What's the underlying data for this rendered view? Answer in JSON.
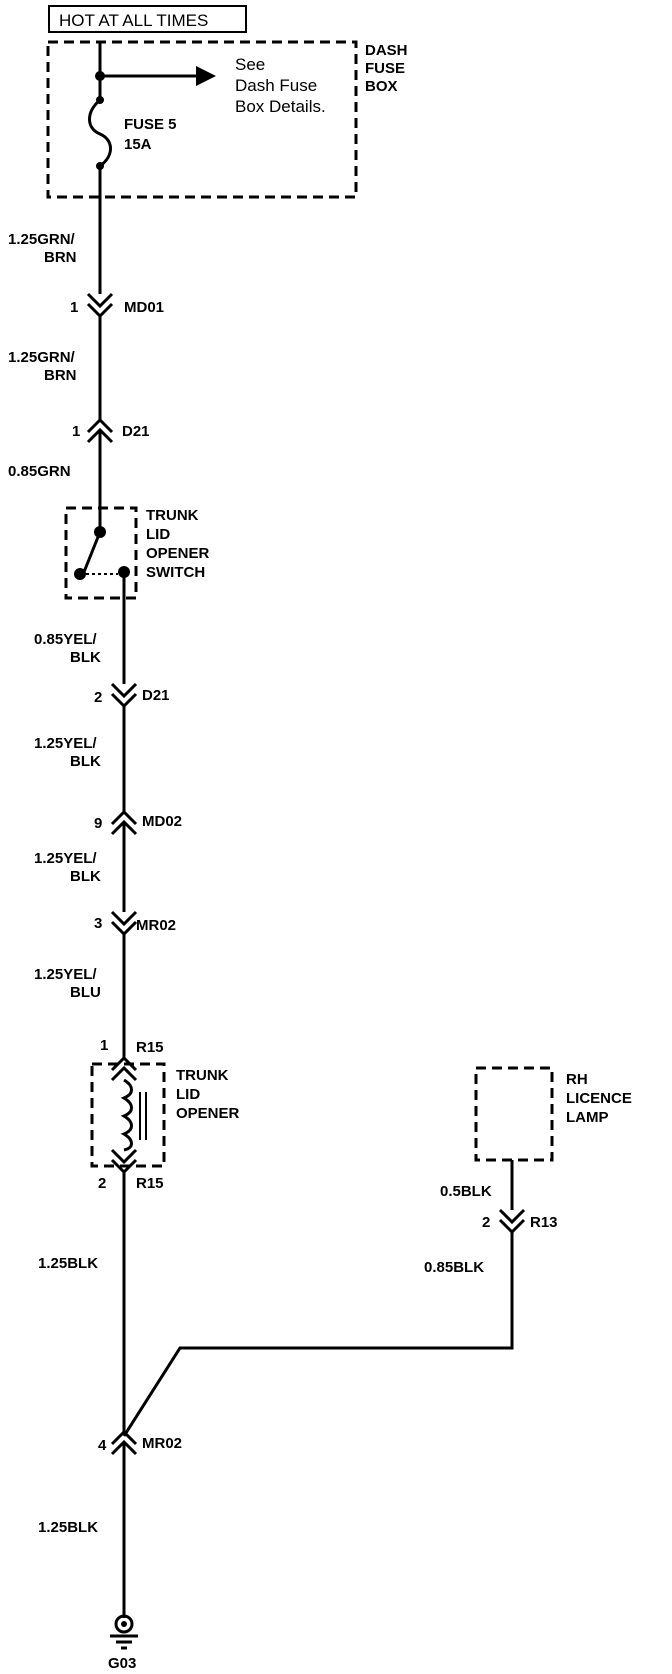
{
  "header": {
    "hot_label": "HOT AT ALL TIMES"
  },
  "fuse_box": {
    "title_lines": [
      "DASH",
      "FUSE",
      "BOX"
    ],
    "see_lines": [
      "See",
      "Dash Fuse",
      "Box Details."
    ],
    "fuse_name": "FUSE 5",
    "fuse_rating": "15A"
  },
  "wires": {
    "w1": [
      "1.25GRN/",
      "BRN"
    ],
    "w2": [
      "1.25GRN/",
      "BRN"
    ],
    "w3": [
      "0.85GRN"
    ],
    "w4": [
      "0.85YEL/",
      "BLK"
    ],
    "w5": [
      "1.25YEL/",
      "BLK"
    ],
    "w6": [
      "1.25YEL/",
      "BLK"
    ],
    "w7": [
      "1.25YEL/",
      "BLU"
    ],
    "w8": [
      "1.25BLK"
    ],
    "w9": [
      "1.25BLK"
    ],
    "w10": [
      "0.5BLK"
    ],
    "w11": [
      "0.85BLK"
    ]
  },
  "connectors": {
    "md01": {
      "pin": "1",
      "name": "MD01"
    },
    "d21a": {
      "pin": "1",
      "name": "D21"
    },
    "d21b": {
      "pin": "2",
      "name": "D21"
    },
    "md02": {
      "pin": "9",
      "name": "MD02"
    },
    "mr02a": {
      "pin": "3",
      "name": "MR02"
    },
    "r15a": {
      "pin": "1",
      "name": "R15"
    },
    "r15b": {
      "pin": "2",
      "name": "R15"
    },
    "r13": {
      "pin": "2",
      "name": "R13"
    },
    "mr02b": {
      "pin": "4",
      "name": "MR02"
    }
  },
  "components": {
    "switch_lines": [
      "TRUNK",
      "LID",
      "OPENER",
      "SWITCH"
    ],
    "opener_lines": [
      "TRUNK",
      "LID",
      "OPENER"
    ],
    "lamp_lines": [
      "RH",
      "LICENCE",
      "LAMP"
    ]
  },
  "ground": {
    "name": "G03"
  }
}
